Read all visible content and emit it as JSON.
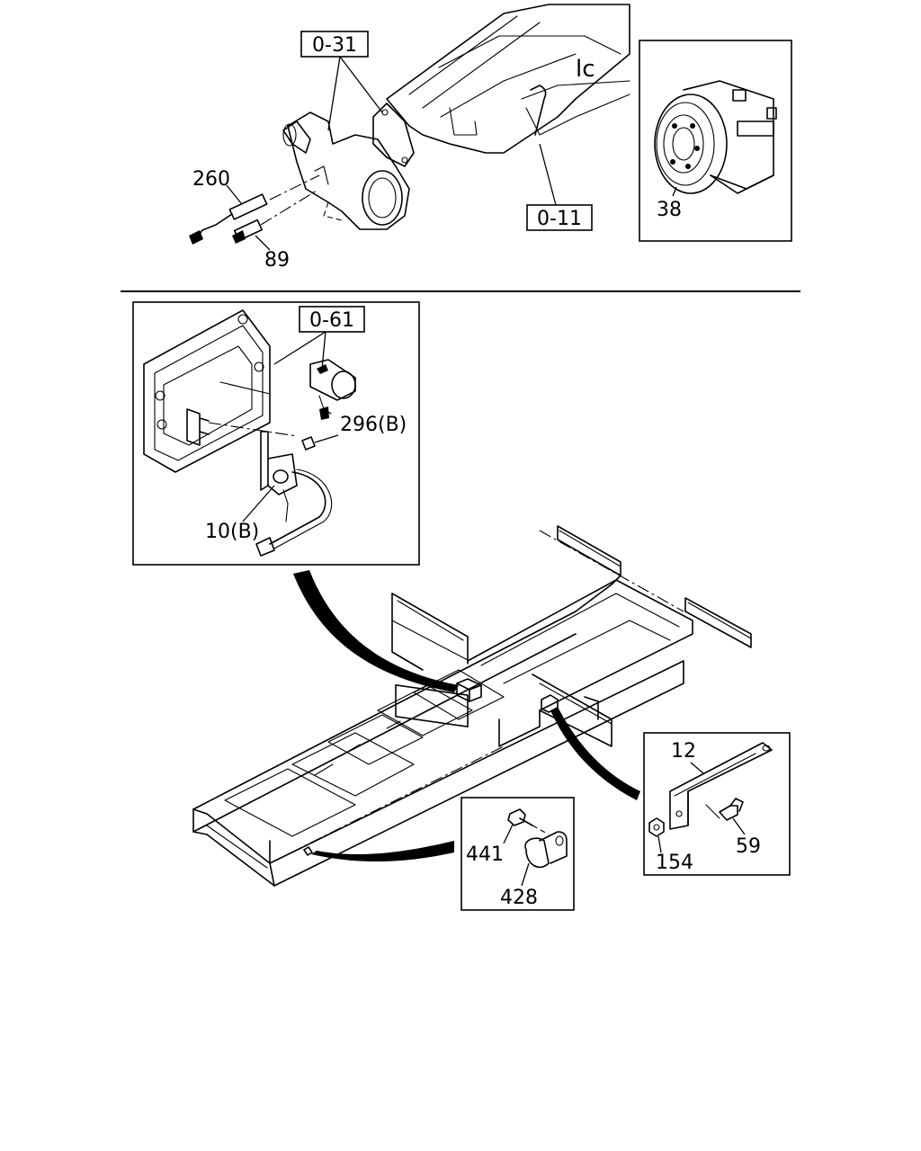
{
  "references": {
    "ref_0_31": "0-31",
    "ref_0_11": "0-11",
    "ref_0_61": "0-61"
  },
  "parts": {
    "p260": "260",
    "p89": "89",
    "p38": "38",
    "p296b": "296(B)",
    "p10b": "10(B)",
    "p12": "12",
    "p154": "154",
    "p59": "59",
    "p441": "441",
    "p428": "428"
  }
}
